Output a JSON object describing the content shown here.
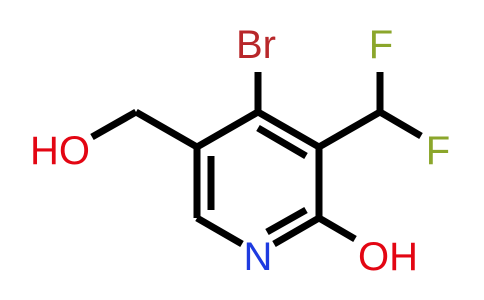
{
  "molecule": {
    "atoms": [
      {
        "id": "br",
        "label": "Br",
        "color": "#B8272A"
      },
      {
        "id": "f1",
        "label": "F",
        "color": "#8BA62B"
      },
      {
        "id": "f2",
        "label": "F",
        "color": "#8BA62B"
      },
      {
        "id": "ho",
        "label": "HO",
        "color": "#E30613"
      },
      {
        "id": "n",
        "label": "N",
        "color": "#1E3BE0"
      },
      {
        "id": "oh",
        "label": "OH",
        "color": "#E30613"
      }
    ],
    "bond_color": "#000000"
  }
}
